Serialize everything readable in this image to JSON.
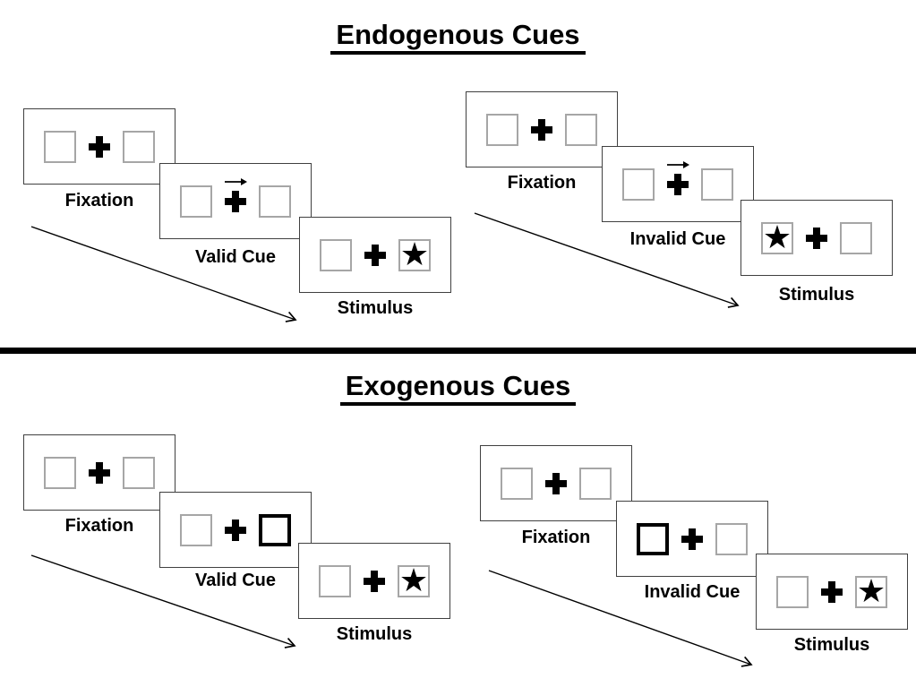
{
  "colors": {
    "ink": "#000000",
    "panel_border": "#404040",
    "box_border": "#a6a6a6",
    "background": "#ffffff"
  },
  "symbols": {
    "star": "★"
  },
  "sections": [
    {
      "title": "Endogenous Cues",
      "cue_style": "central-arrow-above-fixation-cross",
      "sequences": [
        {
          "name": "valid",
          "panels": [
            {
              "label": "Fixation",
              "content": "two empty boxes with central cross"
            },
            {
              "label": "Valid Cue",
              "content": "right-pointing arrow above central cross",
              "cue_direction": "right"
            },
            {
              "label": "Stimulus",
              "content": "star in right box",
              "star_side": "right"
            }
          ]
        },
        {
          "name": "invalid",
          "panels": [
            {
              "label": "Fixation",
              "content": "two empty boxes with central cross"
            },
            {
              "label": "Invalid Cue",
              "content": "right-pointing arrow above central cross",
              "cue_direction": "right"
            },
            {
              "label": "Stimulus",
              "content": "star in left box",
              "star_side": "left"
            }
          ]
        }
      ]
    },
    {
      "title": "Exogenous Cues",
      "cue_style": "peripheral-box-highlight",
      "sequences": [
        {
          "name": "valid",
          "panels": [
            {
              "label": "Fixation",
              "content": "two empty boxes with central cross"
            },
            {
              "label": "Valid Cue",
              "content": "right box highlighted bold",
              "highlight_side": "right"
            },
            {
              "label": "Stimulus",
              "content": "star in right box",
              "star_side": "right"
            }
          ]
        },
        {
          "name": "invalid",
          "panels": [
            {
              "label": "Fixation",
              "content": "two empty boxes with central cross"
            },
            {
              "label": "Invalid Cue",
              "content": "left box highlighted bold",
              "highlight_side": "left"
            },
            {
              "label": "Stimulus",
              "content": "star in right box",
              "star_side": "right"
            }
          ]
        }
      ]
    }
  ]
}
